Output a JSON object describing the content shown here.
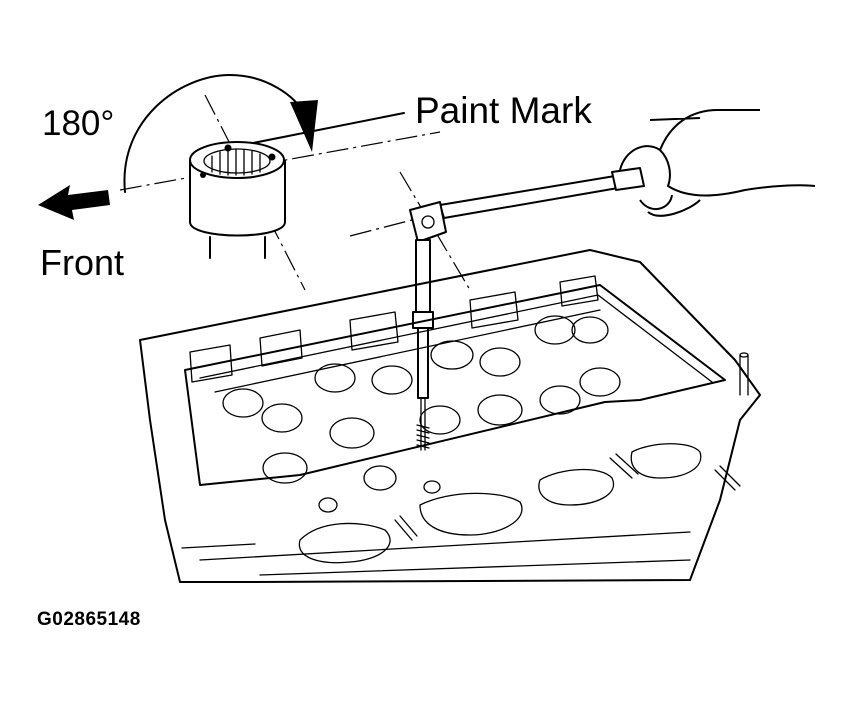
{
  "labels": {
    "rotation": "180°",
    "paint_mark": "Paint Mark",
    "front": "Front",
    "figure_code": "G02865148"
  },
  "colors": {
    "ink": "#000000",
    "paper": "#ffffff"
  }
}
